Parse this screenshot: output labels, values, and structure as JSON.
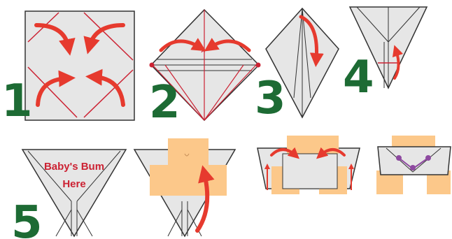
{
  "steps": [
    {
      "number": "1"
    },
    {
      "number": "2"
    },
    {
      "number": "3"
    },
    {
      "number": "4"
    },
    {
      "number": "5"
    }
  ],
  "annotation": {
    "line1": "Baby's Bum",
    "line2": "Here"
  },
  "colors": {
    "paper": "#e6e6e6",
    "paper_stroke": "#333333",
    "fold_line": "#cc2233",
    "arrow": "#e63a2e",
    "step_number": "#1d6b34",
    "label_text": "#cc2233",
    "skin": "#fcc88a",
    "pin": "#8e4aa0"
  },
  "icons": [
    "curved-arrow-icon",
    "pin-icon"
  ]
}
